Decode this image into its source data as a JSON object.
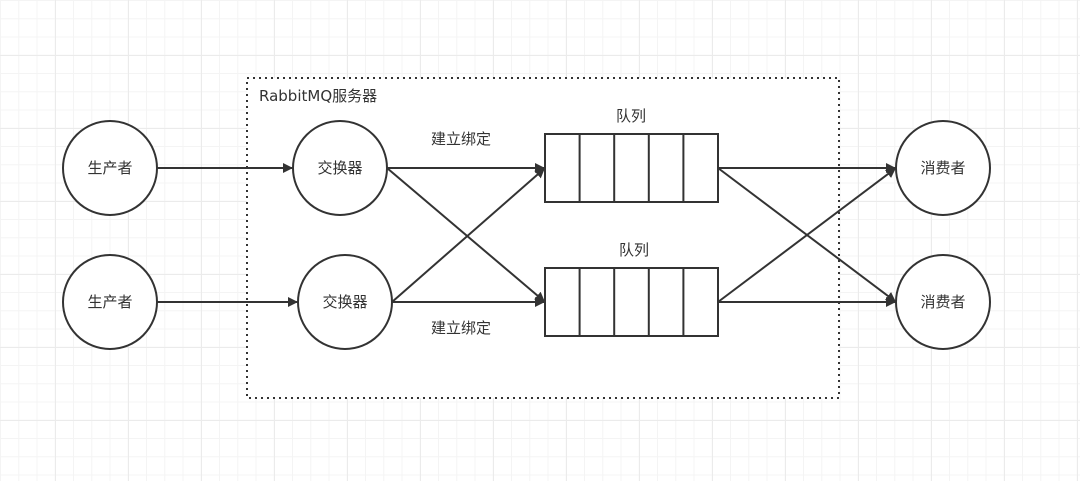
{
  "diagram": {
    "title": "RabbitMQ服务器",
    "colors": {
      "stroke": "#333333",
      "text": "#333333",
      "fill": "#ffffff",
      "grid": "#ebebeb"
    },
    "producers": [
      {
        "id": "p1",
        "label": "生产者"
      },
      {
        "id": "p2",
        "label": "生产者"
      }
    ],
    "exchanges": [
      {
        "id": "e1",
        "label": "交换器"
      },
      {
        "id": "e2",
        "label": "交换器"
      }
    ],
    "queues": [
      {
        "id": "q1",
        "label": "队列",
        "cells": 5
      },
      {
        "id": "q2",
        "label": "队列",
        "cells": 5
      }
    ],
    "consumers": [
      {
        "id": "c1",
        "label": "消费者"
      },
      {
        "id": "c2",
        "label": "消费者"
      }
    ],
    "binding_labels": [
      "建立绑定",
      "建立绑定"
    ],
    "edges": [
      {
        "from": "p1",
        "to": "e1"
      },
      {
        "from": "p2",
        "to": "e2"
      },
      {
        "from": "e1",
        "to": "q1"
      },
      {
        "from": "e1",
        "to": "q2"
      },
      {
        "from": "e2",
        "to": "q1"
      },
      {
        "from": "e2",
        "to": "q2"
      },
      {
        "from": "q1",
        "to": "c1"
      },
      {
        "from": "q1",
        "to": "c2"
      },
      {
        "from": "q2",
        "to": "c1"
      },
      {
        "from": "q2",
        "to": "c2"
      }
    ]
  }
}
